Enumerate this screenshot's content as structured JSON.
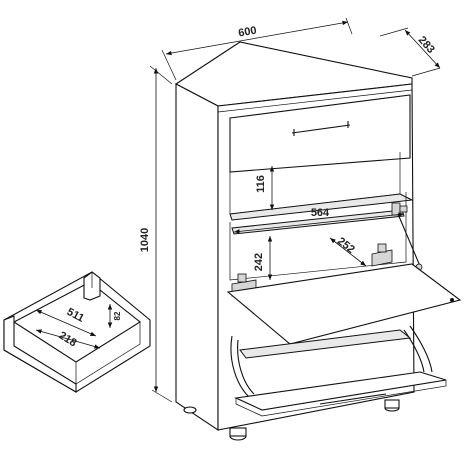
{
  "dimensions": {
    "width": "600",
    "depth": "283",
    "height": "1040",
    "drawer_interior_width": "564",
    "shelf_depth": "252",
    "shelf_gap": "116",
    "shoe_section_height": "242",
    "drawer_length": "511",
    "drawer_width": "218",
    "drawer_height": "82"
  }
}
